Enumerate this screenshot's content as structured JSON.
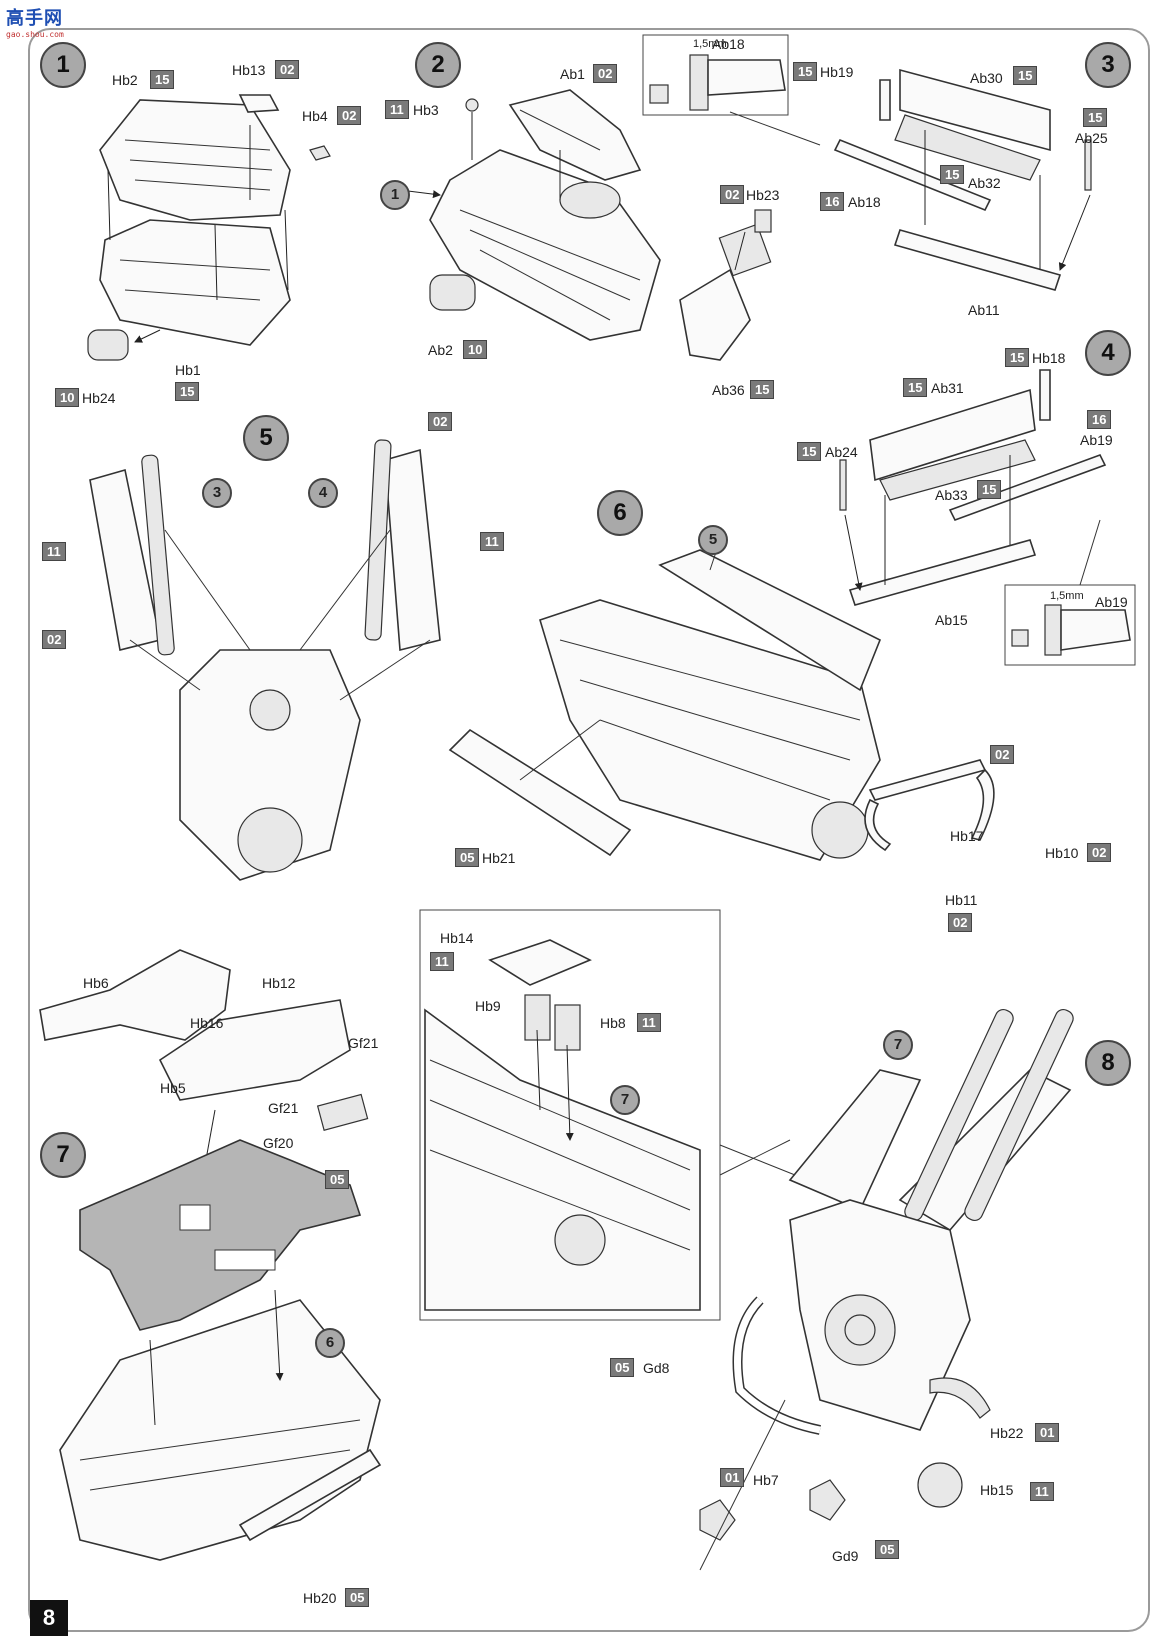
{
  "watermark": {
    "title": "高手网",
    "url": "gao.shou.com"
  },
  "page_number": "8",
  "steps": {
    "s1": "1",
    "s2": "2",
    "s3": "3",
    "s4": "4",
    "s5": "5",
    "s6": "6",
    "s7": "7",
    "s8": "8"
  },
  "refs": {
    "r2_1": "1",
    "r5_3": "3",
    "r5_4": "4",
    "r6_5": "5",
    "r7_6": "6",
    "r8_7": "7",
    "inset7": "7"
  },
  "measure": {
    "a": "1,5mm",
    "b": "1,5mm"
  },
  "parts": {
    "hb2": "Hb2",
    "hb13": "Hb13",
    "hb4": "Hb4",
    "hb1": "Hb1",
    "hb24": "Hb24",
    "hb3": "Hb3",
    "ab1": "Ab1",
    "hb23": "Hb23",
    "ab2": "Ab2",
    "ab36": "Ab36",
    "ab18a": "Ab18",
    "hb19": "Hb19",
    "ab30": "Ab30",
    "ab25": "Ab25",
    "ab32": "Ab32",
    "ab18b": "Ab18",
    "ab11": "Ab11",
    "hb18": "Hb18",
    "ab31": "Ab31",
    "ab19a": "Ab19",
    "ab24": "Ab24",
    "ab33": "Ab33",
    "ab15": "Ab15",
    "ab19b": "Ab19",
    "hb21": "Hb21",
    "hb17": "Hb17",
    "hb10": "Hb10",
    "hb11": "Hb11",
    "hb6": "Hb6",
    "hb12": "Hb12",
    "hb16": "Hb16",
    "gf21a": "Gf21",
    "hb5": "Hb5",
    "gf21b": "Gf21",
    "gf20": "Gf20",
    "hb20": "Hb20",
    "hb14": "Hb14",
    "hb9": "Hb9",
    "hb8": "Hb8",
    "gd8": "Gd8",
    "hb22": "Hb22",
    "hb7": "Hb7",
    "hb15": "Hb15",
    "gd9": "Gd9"
  },
  "badges": {
    "b_hb2": "15",
    "b_hb13": "02",
    "b_hb4": "02",
    "b_hb1": "15",
    "b_hb24": "10",
    "b_hb3": "11",
    "b_ab1": "02",
    "b_hb23": "02",
    "b_ab2": "10",
    "b_ab36": "15",
    "b_hb19": "15",
    "b_ab30": "15",
    "b_ab25": "15",
    "b_ab32": "15",
    "b_ab18": "16",
    "b_hb18": "15",
    "b_ab31": "15",
    "b_ab19": "16",
    "b_ab24": "15",
    "b_ab33": "15",
    "b5_11a": "11",
    "b5_02a": "02",
    "b5_02b": "02",
    "b5_11b": "11",
    "b_hb21": "05",
    "b6_02": "02",
    "b_hb10": "02",
    "b_hb11": "02",
    "b7_05": "05",
    "b_hb20": "05",
    "b_hb14": "11",
    "b_hb8": "11",
    "b_gd8": "05",
    "b_hb22": "01",
    "b_hb7": "01",
    "b_hb15": "11",
    "b_gd9": "05"
  }
}
